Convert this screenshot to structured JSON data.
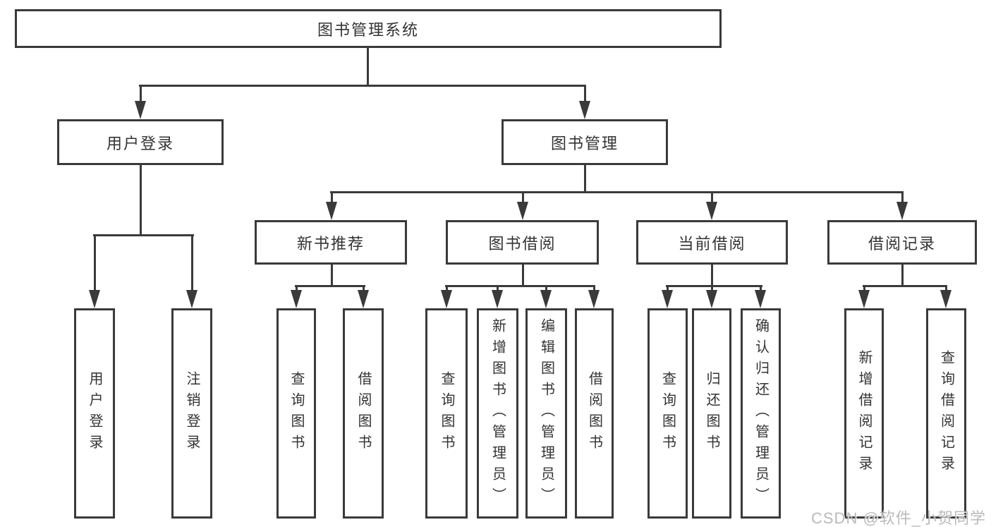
{
  "diagram": {
    "type": "hierarchy-flowchart",
    "tree": {
      "label": "图书管理系统",
      "children": [
        {
          "label": "用户登录",
          "children": [
            {
              "label": "用户登录"
            },
            {
              "label": "注销登录"
            }
          ]
        },
        {
          "label": "图书管理",
          "children": [
            {
              "label": "新书推荐",
              "children": [
                {
                  "label": "查询图书"
                },
                {
                  "label": "借阅图书"
                }
              ]
            },
            {
              "label": "图书借阅",
              "children": [
                {
                  "label": "查询图书"
                },
                {
                  "label": "新增图书（管理员）"
                },
                {
                  "label": "编辑图书（管理员）"
                },
                {
                  "label": "借阅图书"
                }
              ]
            },
            {
              "label": "当前借阅",
              "children": [
                {
                  "label": "查询图书"
                },
                {
                  "label": "归还图书"
                },
                {
                  "label": "确认归还（管理员）"
                }
              ]
            },
            {
              "label": "借阅记录",
              "children": [
                {
                  "label": "新增借阅记录"
                },
                {
                  "label": "查询借阅记录"
                }
              ]
            }
          ]
        }
      ]
    },
    "watermark": "CSDN @软件_小贺同学",
    "colors": {
      "line": "#3a3a3a",
      "text": "#333333",
      "background": "#ffffff",
      "watermark": "#b3b3b3"
    }
  }
}
